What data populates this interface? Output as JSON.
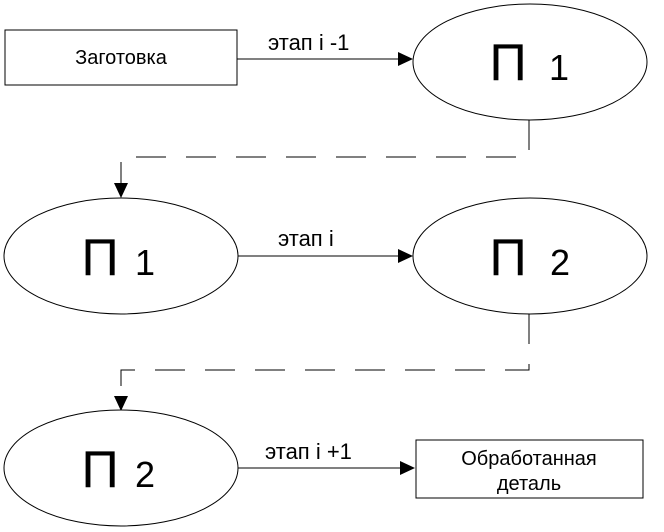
{
  "blank": {
    "label": "Заготовка"
  },
  "stages": {
    "stage_prev": "этап  i -1",
    "stage_current": "этап  i",
    "stage_next": "этап  i +1"
  },
  "nodes": {
    "row1": {
      "letter": "П",
      "number": "1"
    },
    "row2_left": {
      "letter": "П",
      "number": "1"
    },
    "row2_right": {
      "letter": "П",
      "number": "2"
    },
    "row3": {
      "letter": "П",
      "number": "2"
    }
  },
  "result": {
    "line1": "Обработанная",
    "line2": "деталь"
  }
}
